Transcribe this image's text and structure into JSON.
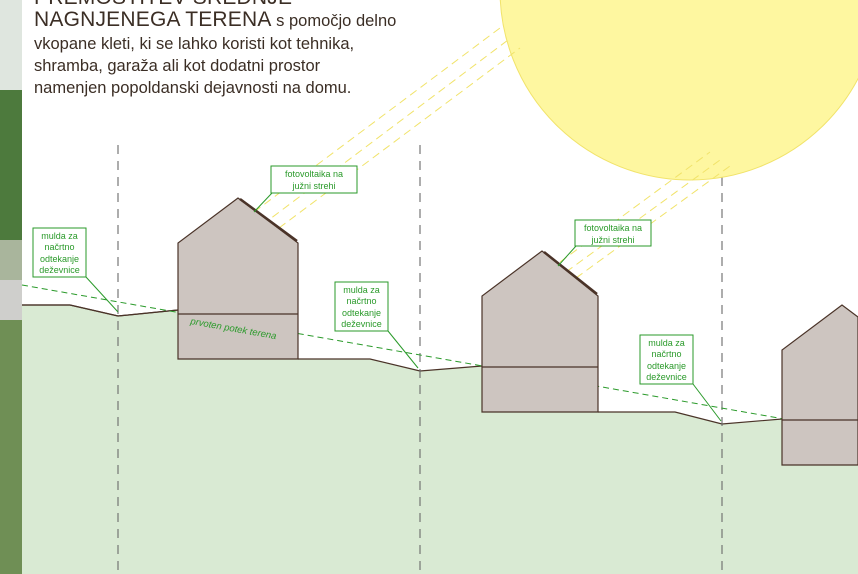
{
  "heading": {
    "line1": "PREMOSTITEV SREDNJE",
    "line2_caps": "NAGNJENEGA TERENA",
    "line2_rest": " s pomočjo delno",
    "line3": "vkopane kleti, ki se lahko koristi kot tehnika,",
    "line4": "shramba, garaža ali kot dodatni prostor",
    "line5": "namenjen popoldanski dejavnosti na domu."
  },
  "labels": {
    "pv1": [
      "fotovoltaika na",
      "južni strehi"
    ],
    "pv2": [
      "fotovoltaika na",
      "južni strehi"
    ],
    "mulda1": [
      "mulda za",
      "načrtno",
      "odtekanje",
      "deževnice"
    ],
    "mulda2": [
      "mulda za",
      "načrtno",
      "odtekanje",
      "deževnice"
    ],
    "mulda3": [
      "mulda za",
      "načrtno",
      "odtekanje",
      "deževnice"
    ],
    "terrain": "prvoten potek terena"
  },
  "colors": {
    "ground": "#d9ead3",
    "house_fill": "#cdc5c0",
    "outline": "#4a3328",
    "annotation": "#2a9a2a",
    "sun": "#fef7a0",
    "sun_rays": "#f1e36a",
    "grid": "#6a6a6a"
  }
}
